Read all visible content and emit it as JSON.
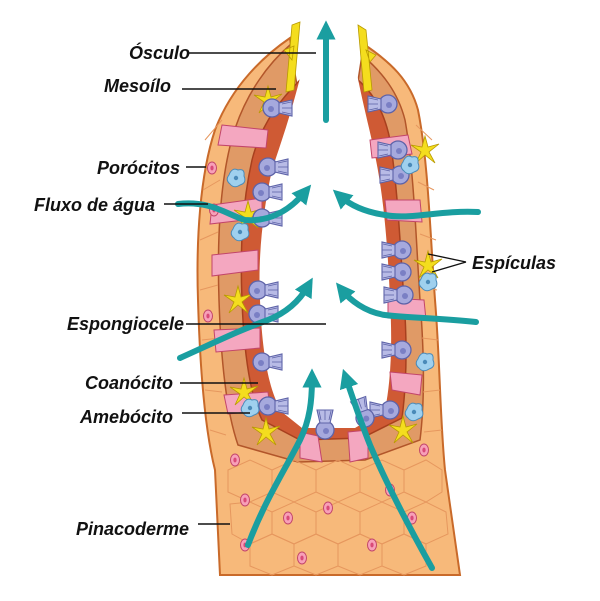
{
  "labels": {
    "osculo": "Ósculo",
    "mesoilo": "Mesoílo",
    "porocitos": "Porócitos",
    "fluxo": "Fluxo de água",
    "espongiocele": "Espongiocele",
    "coanocito": "Coanócito",
    "amebocito": "Amebócito",
    "pinacoderme": "Pinacoderme",
    "especulas": "Espículas"
  },
  "colors": {
    "outer_skin": "#f7b97a",
    "outer_stroke": "#c96a2a",
    "mesohyl": "#e09a66",
    "inner_wall": "#d0603a",
    "pore_canal": "#f4a7c0",
    "choanocyte": "#a6a9dd",
    "amoebocyte": "#9fd0ee",
    "spicule": "#f4dd1e",
    "water_flow": "#1a9ea0"
  },
  "icons": [
    "choanocyte-icon",
    "amoebocyte-icon",
    "spicule-icon",
    "porocyte-icon",
    "water-flow-arrow-icon"
  ]
}
